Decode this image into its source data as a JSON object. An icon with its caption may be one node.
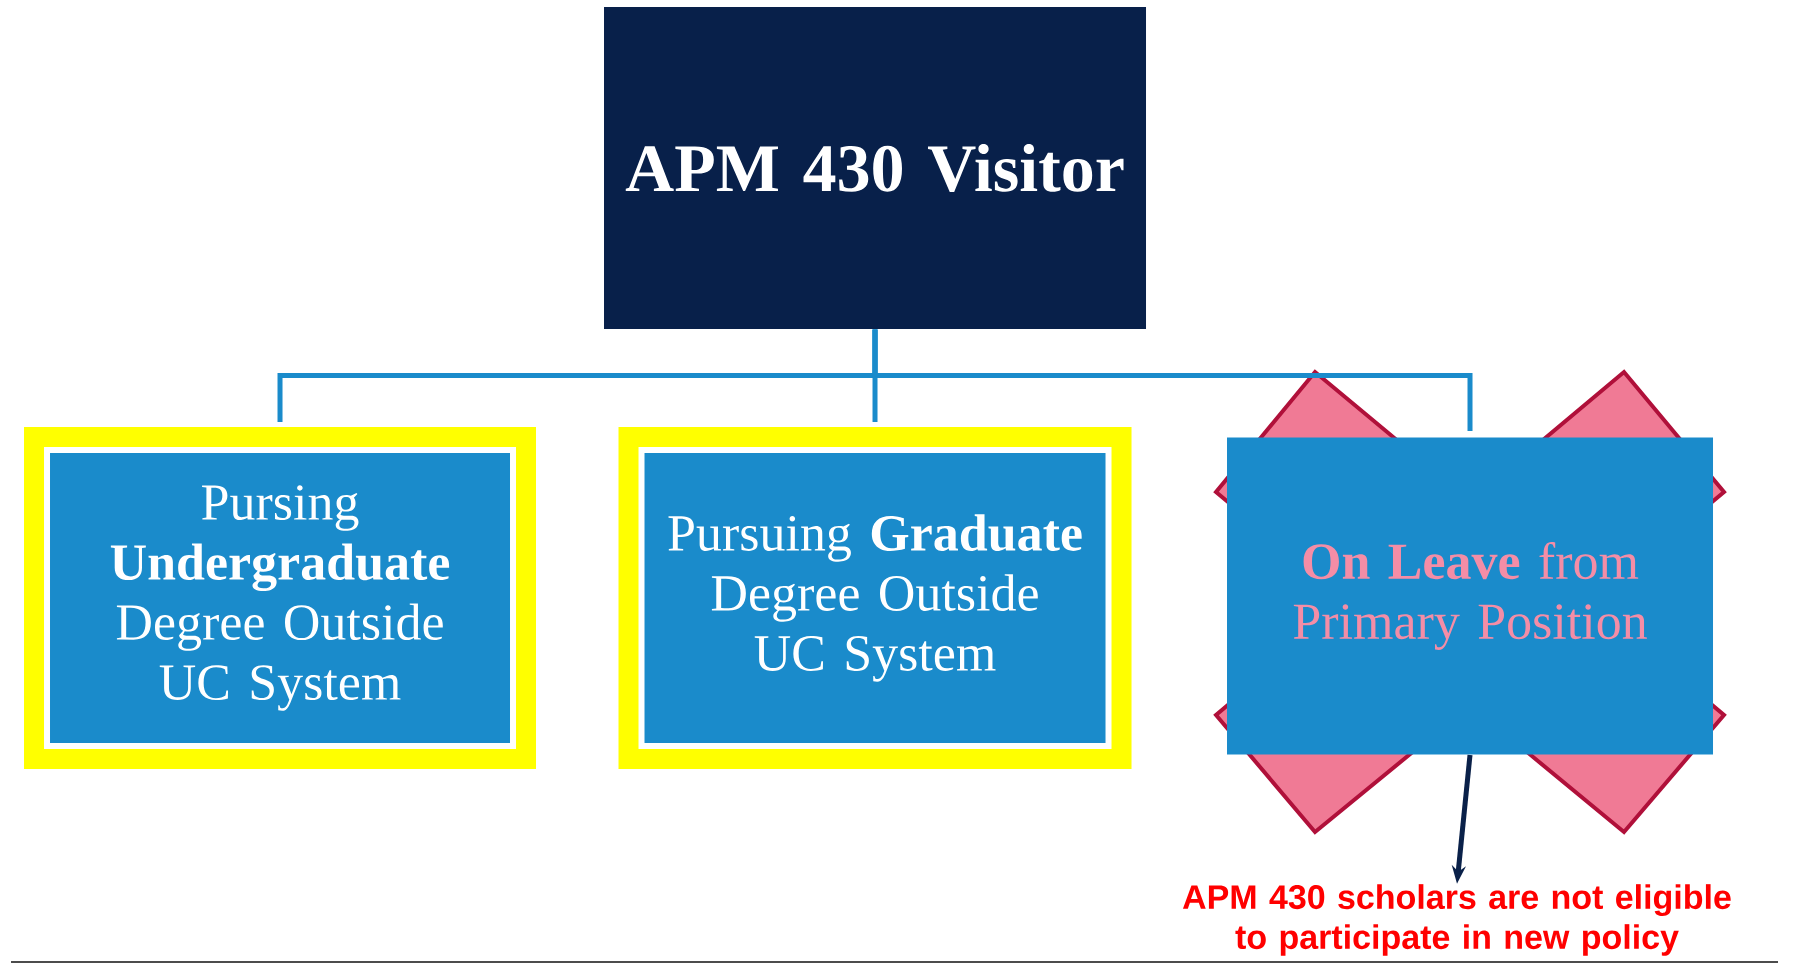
{
  "diagram": {
    "nodes": [
      {
        "text": [
          "APM 430 Visitor"
        ]
      },
      {
        "text": [
          "Pursing **Undergraduate** Degree Outside UC System"
        ]
      },
      {
        "text": [
          "Pursuing **Graduate** Degree Outside UC System"
        ]
      },
      {
        "text": [
          "**On Leave** from Primary Position"
        ]
      },
      {
        "text": [
          "APM 430 scholars are not eligible to participate in new policy"
        ]
      }
    ],
    "edges": [
      {
        "from": 0,
        "to": 1,
        "arrow": "none"
      },
      {
        "from": 0,
        "to": 2,
        "arrow": "none"
      },
      {
        "from": 0,
        "to": 3,
        "arrow": "none"
      },
      {
        "from": 3,
        "to": 4,
        "arrow": "to",
        "color": "#0a2149"
      }
    ]
  }
}
